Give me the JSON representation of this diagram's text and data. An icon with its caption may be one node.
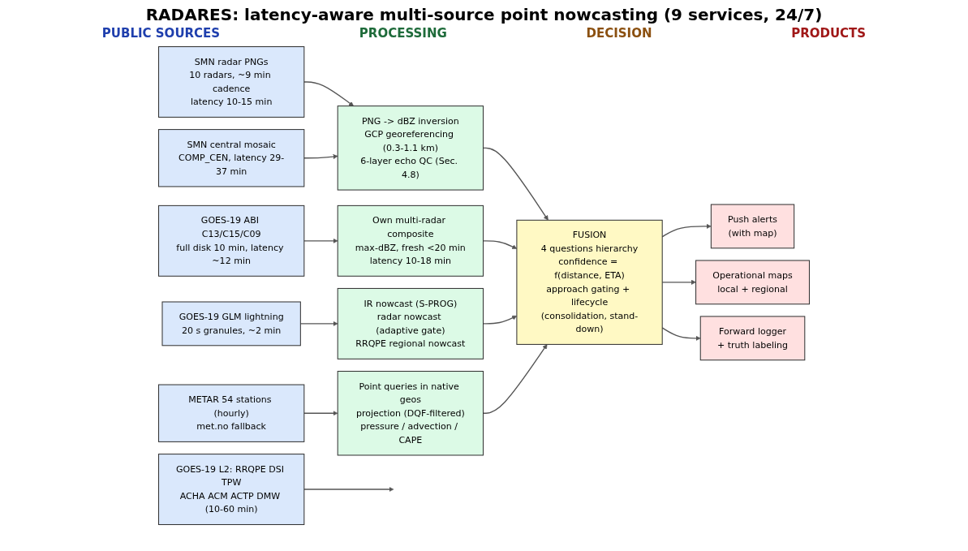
{
  "diagram": {
    "title": "RADARES: latency-aware multi-source point nowcasting (9 services, 24/7)",
    "nodes": [
      {
        "text": [
          "SMN radar PNGs",
          "10 radars, ~9 min cadence",
          "latency 10-15 min"
        ]
      },
      {
        "text": [
          "SMN central mosaic",
          "COMP_CEN, latency 29-37 min"
        ]
      },
      {
        "text": [
          "GOES-19 ABI C13/C15/C09",
          "full disk 10 min, latency ~12 min"
        ]
      },
      {
        "text": [
          "GOES-19 L2: RRQPE DSI TPW",
          "ACHA ACM ACTP DMW (10-60 min)"
        ]
      },
      {
        "text": [
          "GOES-19 GLM lightning",
          "20 s granules, ~2 min"
        ]
      },
      {
        "text": [
          "METAR 54 stations (hourly)",
          "met.no fallback"
        ]
      },
      {
        "text": [
          "PNG -> dBZ inversion",
          "GCP georeferencing (0.3-1.1 km)",
          "6-layer echo QC (Sec. 4.8)"
        ]
      },
      {
        "text": [
          "Own multi-radar composite",
          "max-dBZ, fresh <20 min",
          "latency 10-18 min"
        ]
      },
      {
        "text": [
          "IR nowcast (S-PROG)",
          "radar nowcast (adaptive gate)",
          "RRQPE regional nowcast"
        ]
      },
      {
        "text": [
          "Point queries in native geos",
          "projection (DQF-filtered)",
          "pressure / advection / CAPE"
        ]
      },
      {
        "text": [
          "FUSION",
          "4 questions hierarchy",
          "confidence = f(distance, ETA)",
          "approach gating + lifecycle",
          "(consolidation, stand-down)"
        ]
      },
      {
        "text": [
          "Push alerts",
          "(with map)"
        ]
      },
      {
        "text": [
          "Operational maps",
          "local + regional"
        ]
      },
      {
        "text": [
          "Forward logger",
          "+ truth labeling"
        ]
      }
    ],
    "edges": [
      {
        "from": 0,
        "to": 6,
        "arrow": "to"
      },
      {
        "from": 1,
        "to": 6,
        "arrow": "to"
      },
      {
        "from": 2,
        "to": 7,
        "arrow": "to"
      },
      {
        "from": 3,
        "to": null,
        "arrow": "to"
      },
      {
        "from": 4,
        "to": 8,
        "arrow": "to"
      },
      {
        "from": 5,
        "to": 9,
        "arrow": "to"
      },
      {
        "from": 6,
        "to": 10,
        "arrow": "to"
      },
      {
        "from": 7,
        "to": 10,
        "arrow": "to"
      },
      {
        "from": 8,
        "to": 10,
        "arrow": "to"
      },
      {
        "from": 9,
        "to": 10,
        "arrow": "to"
      },
      {
        "from": 10,
        "to": 11,
        "arrow": "to"
      },
      {
        "from": 10,
        "to": 12,
        "arrow": "to"
      },
      {
        "from": 10,
        "to": 13,
        "arrow": "to"
      }
    ],
    "labels": [
      "PUBLIC SOURCES",
      "PROCESSING",
      "DECISION",
      "PRODUCTS"
    ]
  }
}
